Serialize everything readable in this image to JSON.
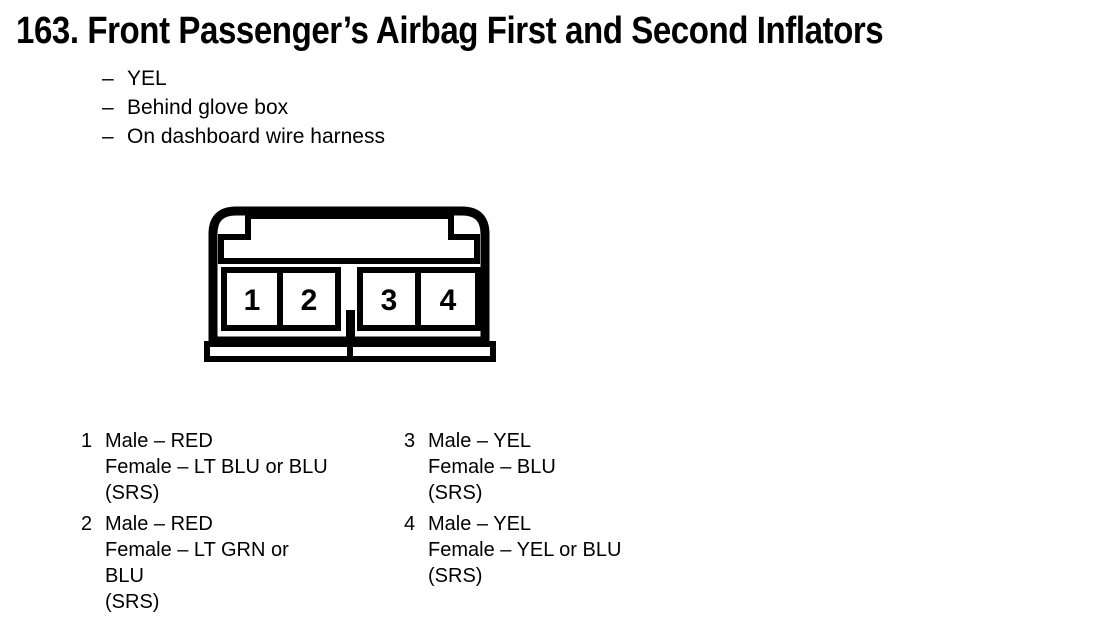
{
  "header": {
    "title": "163. Front Passenger’s Airbag First and Second Inflators"
  },
  "notes": {
    "bullet_char": "–",
    "items": [
      "YEL",
      "Behind glove box",
      "On dashboard wire harness"
    ]
  },
  "connector": {
    "type": "4-pin connector face view",
    "pins": [
      "1",
      "2",
      "3",
      "4"
    ],
    "ink_color": "#000000",
    "body_color": "#ffffff"
  },
  "legend": {
    "columns": [
      {
        "entries": [
          {
            "pin": "1",
            "lines": [
              "Male – RED",
              "Female – LT BLU or BLU",
              "(SRS)"
            ]
          },
          {
            "pin": "2",
            "lines": [
              "Male – RED",
              "Female – LT GRN or",
              "BLU",
              "(SRS)"
            ]
          }
        ]
      },
      {
        "entries": [
          {
            "pin": "3",
            "lines": [
              "Male – YEL",
              "Female – BLU",
              "(SRS)"
            ]
          },
          {
            "pin": "4",
            "lines": [
              "Male – YEL",
              "Female – YEL or BLU",
              "(SRS)"
            ]
          }
        ]
      }
    ]
  }
}
